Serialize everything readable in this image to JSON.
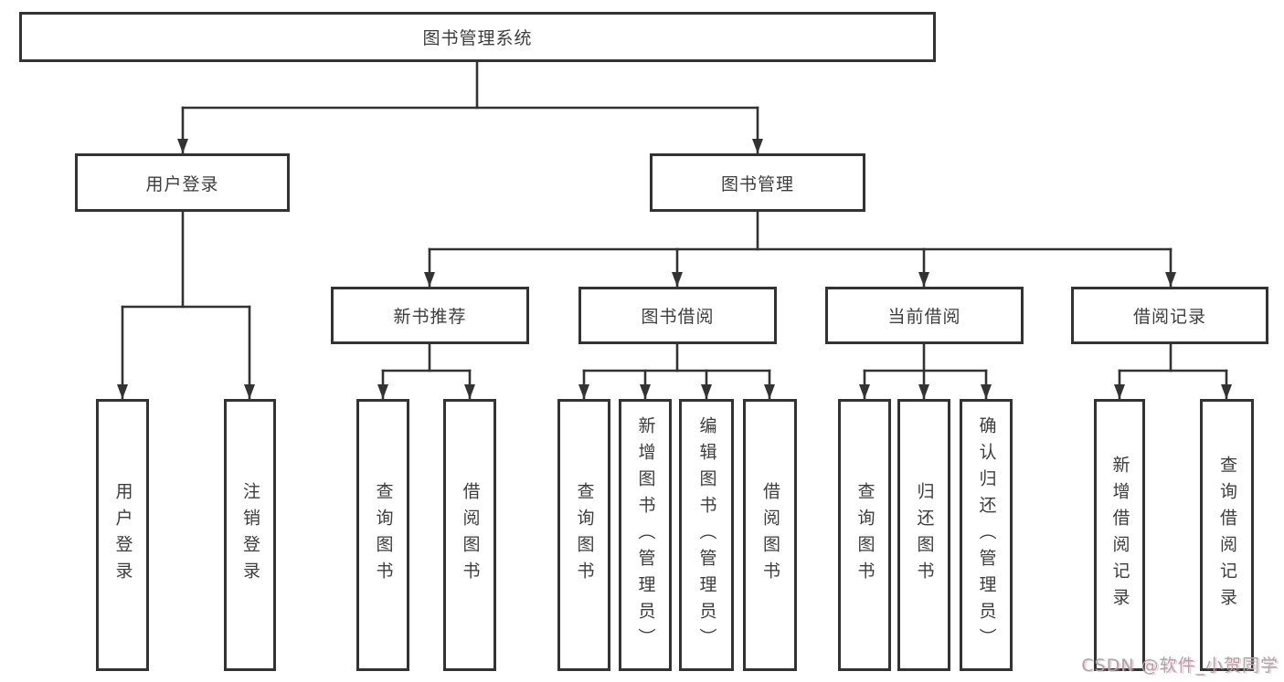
{
  "tree": {
    "label": "图书管理系统",
    "children": [
      {
        "label": "用户登录",
        "children": [
          {
            "label": "用户登录"
          },
          {
            "label": "注销登录"
          }
        ]
      },
      {
        "label": "图书管理",
        "children": [
          {
            "label": "新书推荐",
            "children": [
              {
                "label": "查询图书"
              },
              {
                "label": "借阅图书"
              }
            ]
          },
          {
            "label": "图书借阅",
            "children": [
              {
                "label": "查询图书"
              },
              {
                "label": "新增图书（管理员）"
              },
              {
                "label": "编辑图书（管理员）"
              },
              {
                "label": "借阅图书"
              }
            ]
          },
          {
            "label": "当前借阅",
            "children": [
              {
                "label": "查询图书"
              },
              {
                "label": "归还图书"
              },
              {
                "label": "确认归还（管理员）"
              }
            ]
          },
          {
            "label": "借阅记录",
            "children": [
              {
                "label": "新增借阅记录"
              },
              {
                "label": "查询借阅记录"
              }
            ]
          }
        ]
      }
    ]
  },
  "watermark": {
    "text": "CSDN @软件_小贺同学"
  },
  "colors": {
    "line": "#333333",
    "box_border": "#333333",
    "text": "#3d3d3d",
    "background": "#ffffff",
    "watermark_text": "#a8a8a8",
    "watermark_accent": "#ee82a0"
  }
}
